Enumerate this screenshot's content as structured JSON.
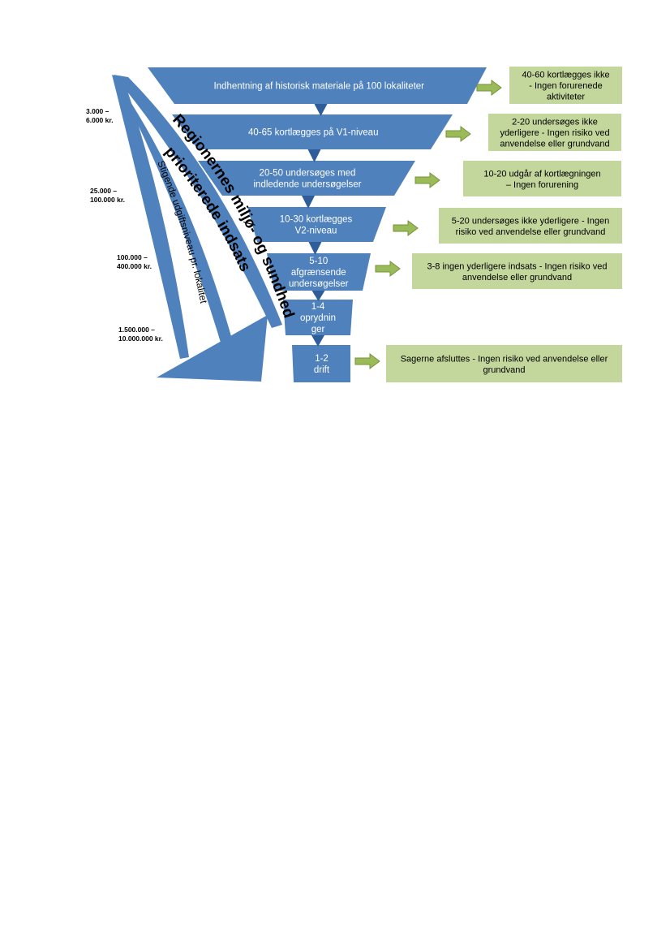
{
  "colors": {
    "funnel": "#4f81bd",
    "funnel_dark": "#2e5d99",
    "outcome_box": "#c3d69b",
    "arrow_fill": "#9bbb59",
    "arrow_stroke": "#76923c",
    "cost_bar": "#4f81bd"
  },
  "funnel": [
    {
      "lines": [
        "Indhentning af historisk materiale på  100 lokaliteter"
      ]
    },
    {
      "lines": [
        "40-65 kortlægges på V1-niveau"
      ]
    },
    {
      "lines": [
        "20-50 undersøges med",
        "indledende undersøgelser"
      ]
    },
    {
      "lines": [
        "10-30 kortlægges",
        "V2-niveau"
      ]
    },
    {
      "lines": [
        "5-10",
        "afgrænsende",
        "undersøgelser"
      ]
    },
    {
      "lines": [
        "1-4",
        "oprydnin",
        "ger"
      ]
    },
    {
      "lines": [
        "1-2",
        "drift"
      ]
    }
  ],
  "outcomes": [
    {
      "lines": [
        "40-60  kortlægges ikke",
        "- Ingen forurenede",
        "aktiviteter"
      ]
    },
    {
      "lines": [
        "2-20 undersøges ikke",
        "yderligere  - Ingen risiko ved",
        "anvendelse eller grundvand"
      ]
    },
    {
      "lines": [
        "10-20 udgår af kortlægningen",
        "– Ingen forurening"
      ]
    },
    {
      "lines": [
        "5-20 undersøges ikke yderligere - Ingen",
        "risiko ved anvendelse eller grundvand"
      ]
    },
    {
      "lines": [
        "3-8 ingen yderligere indsats - Ingen risiko ved",
        "anvendelse eller grundvand"
      ]
    },
    {
      "lines": [
        "Sagerne afsluttes - Ingen risiko ved anvendelse eller",
        "grundvand"
      ]
    }
  ],
  "costs": [
    {
      "lines": [
        "3.000 –",
        "6.000 kr."
      ]
    },
    {
      "lines": [
        "25.000 –",
        "100.000 kr."
      ]
    },
    {
      "lines": [
        "100.000 –",
        "400.000 kr."
      ]
    },
    {
      "lines": [
        "1.500.000 –",
        "10.000.000 kr."
      ]
    }
  ],
  "arc_labels": {
    "line1": "Regionernes miljø- og sundheds-",
    "line2": "prioriterede indsats",
    "cost_axis": "Stigende udgiftsniveau pr. lokalitet"
  }
}
